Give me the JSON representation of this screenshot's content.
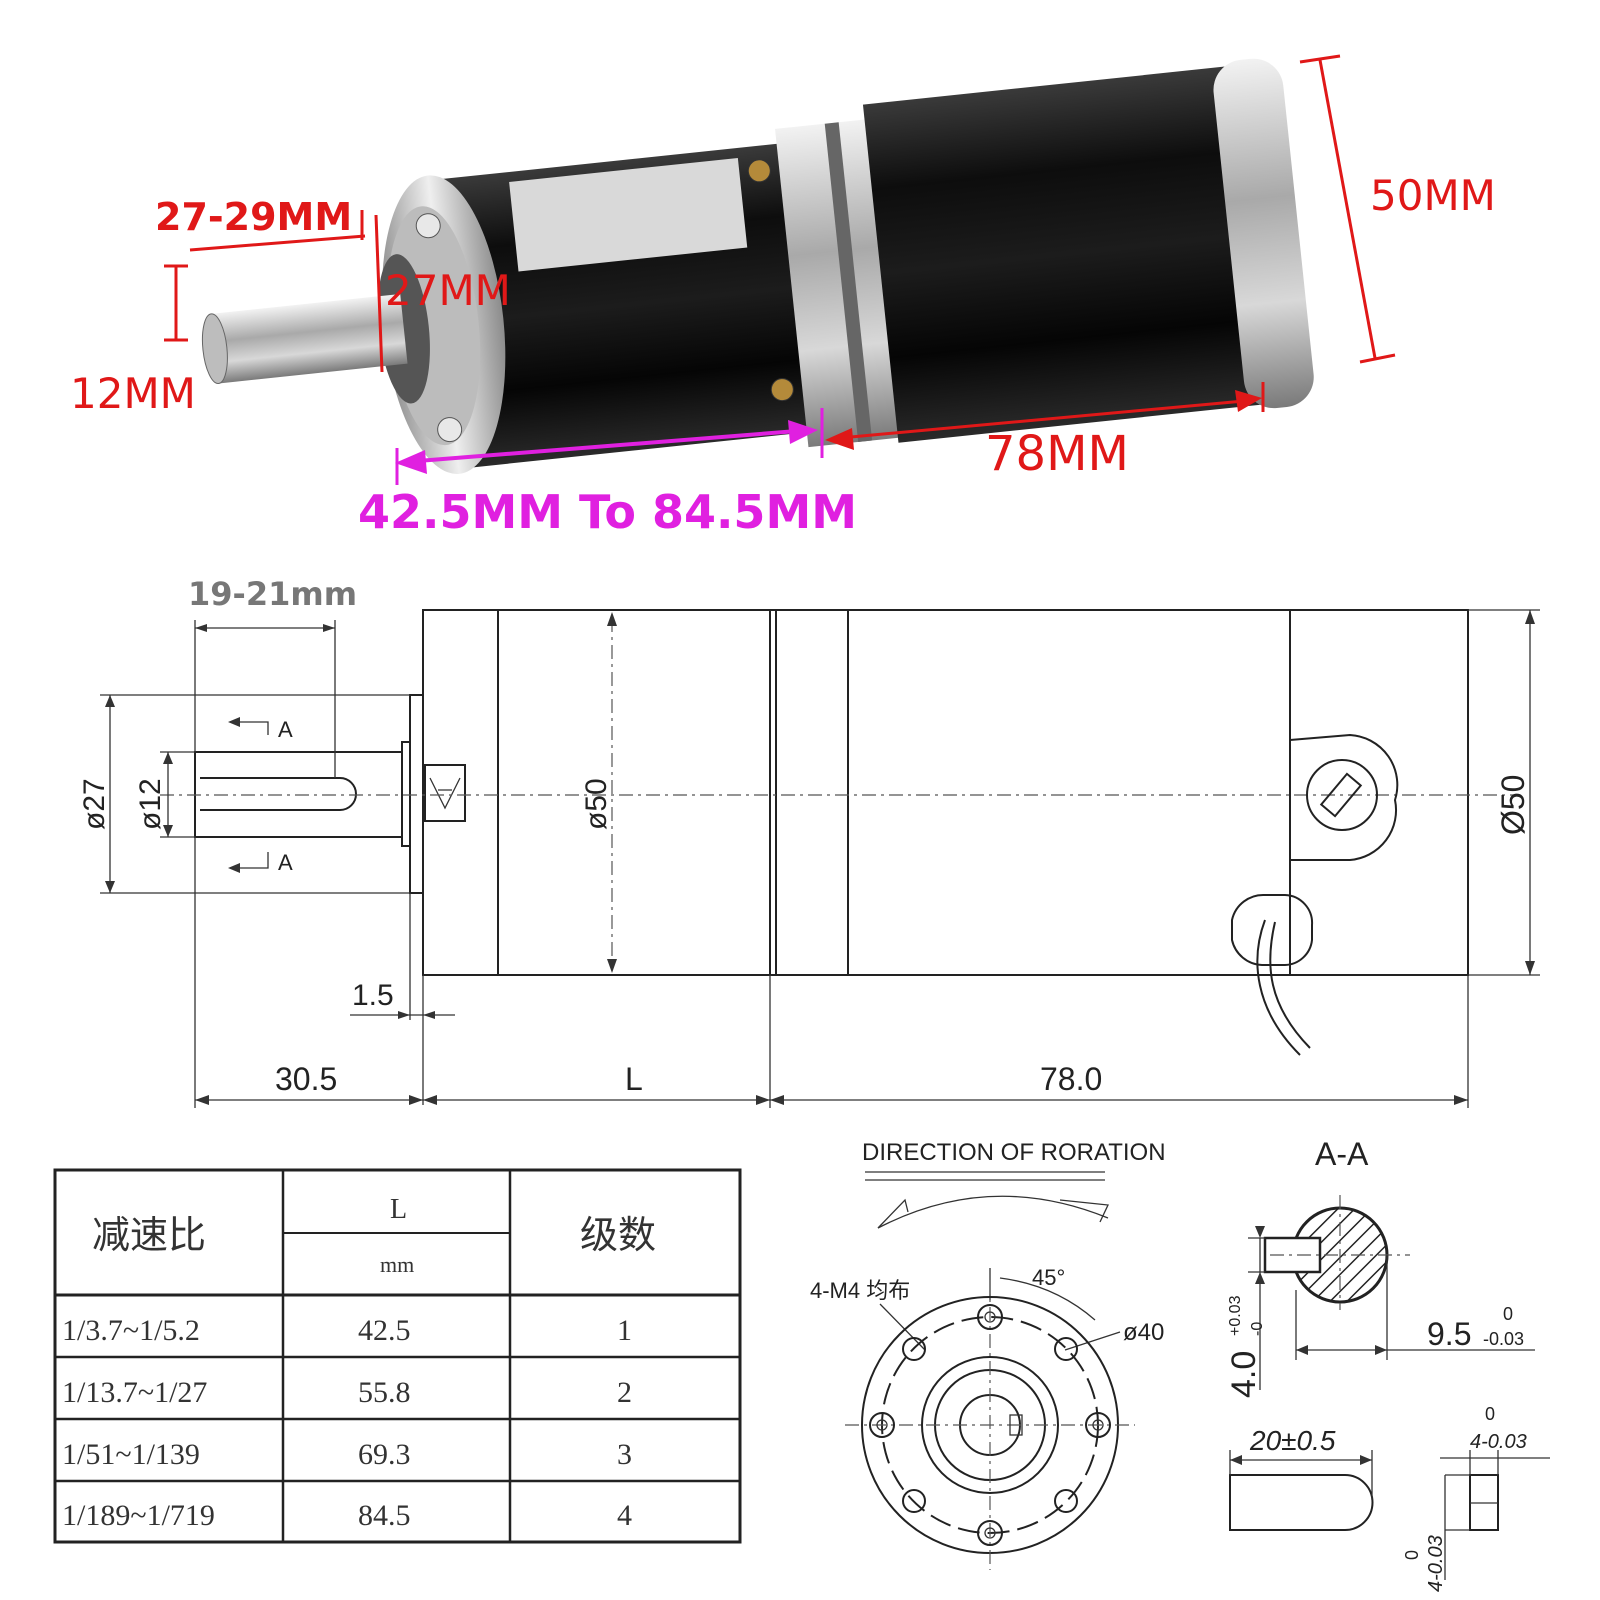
{
  "photo": {
    "label_total_length": "27-29MM",
    "label_flange": "27MM",
    "label_shaft": "12MM",
    "label_motor_dia": "50MM",
    "label_motor_len": "78MM",
    "label_gear_len": "42.5MM To 84.5MM"
  },
  "drawing": {
    "shaft_len": "19-21mm",
    "section_mark": "A",
    "dia_flange": "ø27",
    "dia_shaft": "ø12",
    "dia_gear": "ø50",
    "dia_motor": "Ø50",
    "flange_thick": "1.5",
    "dim_front": "30.5",
    "dim_gear": "L",
    "dim_motor": "78.0"
  },
  "table": {
    "headers": [
      "减速比",
      "L",
      "mm",
      "级数"
    ],
    "rows": [
      [
        "1/3.7~1/5.2",
        "42.5",
        "1"
      ],
      [
        "1/13.7~1/27",
        "55.8",
        "2"
      ],
      [
        "1/51~1/139",
        "69.3",
        "3"
      ],
      [
        "1/189~1/719",
        "84.5",
        "4"
      ]
    ]
  },
  "front_view": {
    "rotation_title": "DIRECTION OF RORATION",
    "holes_label": "4-M4 均布",
    "angle": "45°",
    "pcd": "ø40"
  },
  "section": {
    "title": "A-A",
    "flat_width": "9.5",
    "flat_tol_upper": "0",
    "flat_tol_lower": "-0.03",
    "key_height": "4.0",
    "key_tol_upper": "+0.03",
    "key_tol_lower": "-0",
    "key_len": "20±0.5",
    "key_w": "4-0.03",
    "key_w_tol": "0",
    "key_h": "4-0.03",
    "key_h_tol": "0"
  }
}
